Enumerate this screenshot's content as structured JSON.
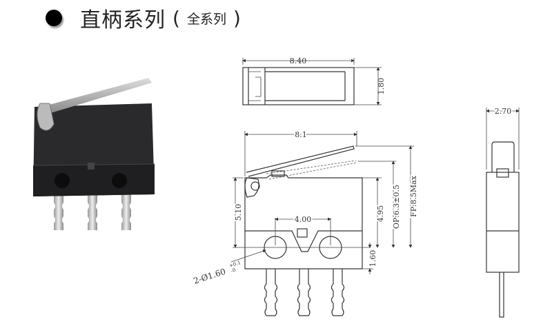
{
  "header": {
    "title": "直柄系列",
    "paren_open": "(",
    "subtitle": "全系列",
    "paren_close": ")"
  },
  "dimensions": {
    "top_width": "8.40",
    "top_height": "1.80",
    "body_width": "8.1",
    "hole_height": "5.10",
    "hole_spacing": "4.00",
    "body_height": "4.95",
    "operating_position": "OP:6.3±0.5",
    "free_position": "FP:8.5Max",
    "hole_to_bottom": "1.60",
    "hole_diameter": "2-Ø1.60",
    "hole_tol_plus": "+0.1",
    "hole_tol_minus": "-0",
    "side_width": "2.70"
  }
}
